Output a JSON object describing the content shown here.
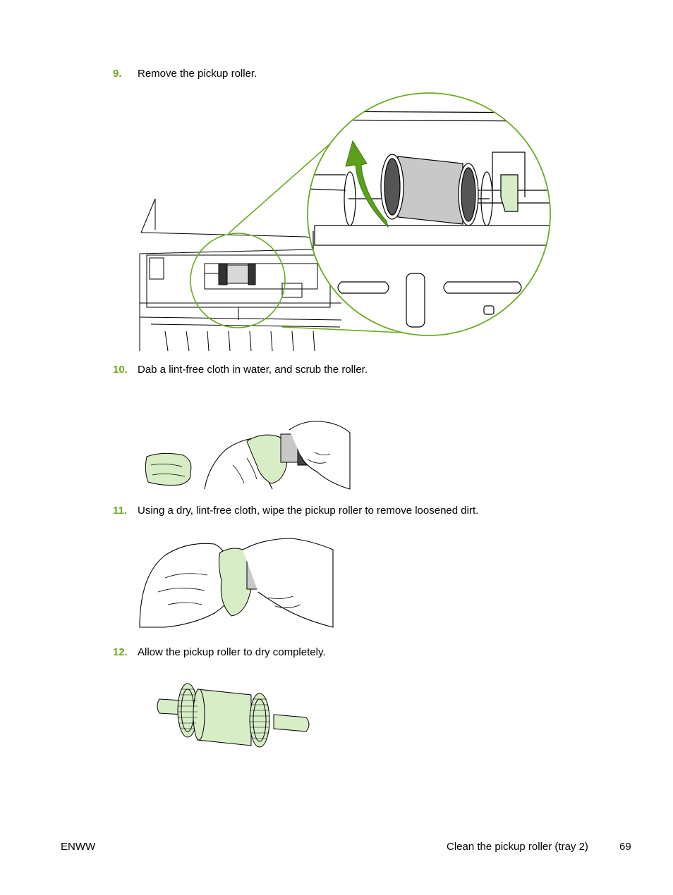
{
  "steps": [
    {
      "number": "9.",
      "text": "Remove the pickup roller."
    },
    {
      "number": "10.",
      "text": "Dab a lint-free cloth in water, and scrub the roller."
    },
    {
      "number": "11.",
      "text": "Using a dry, lint-free cloth, wipe the pickup roller to remove loosened dirt."
    },
    {
      "number": "12.",
      "text": "Allow the pickup roller to dry completely."
    }
  ],
  "footer": {
    "left": "ENWW",
    "section": "Clean the pickup roller (tray 2)",
    "page_number": "69"
  },
  "colors": {
    "accent": "#6aaa1e",
    "cloth": "#d7edc6",
    "arrow": "#5aa01c",
    "roller": "#c8c8c8"
  }
}
